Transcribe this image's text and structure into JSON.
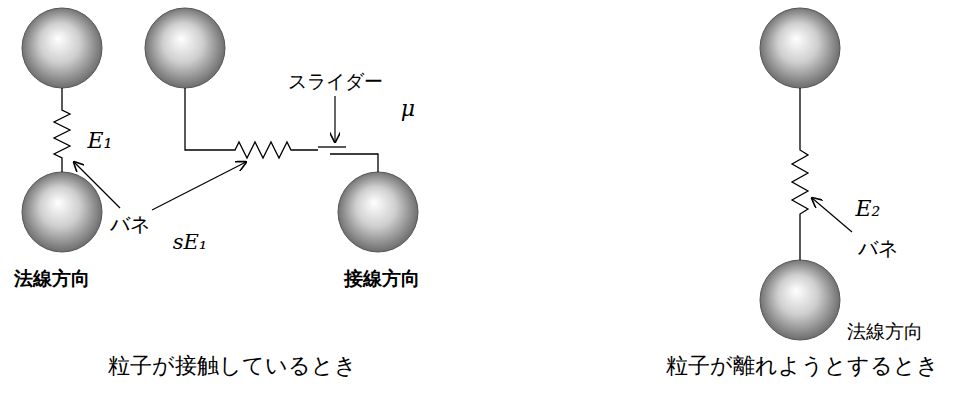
{
  "diagram": {
    "labels": [
      "E₁",
      "バネ",
      "スライダー",
      "μ",
      "sE₁",
      "法線方向",
      "接線方向",
      "粒子が接触しているとき",
      "E₂",
      "バネ",
      "法線方向",
      "粒子が離れようとするとき"
    ]
  }
}
